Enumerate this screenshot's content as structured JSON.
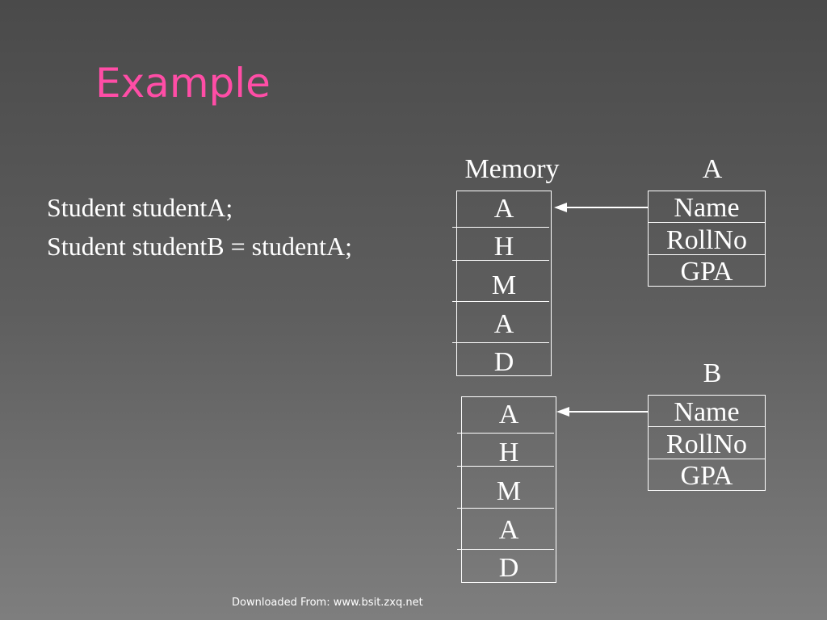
{
  "slide": {
    "title": "Example",
    "title_color": "#ff4da6",
    "background_top": "#4a4a4a",
    "background_bottom": "#7e7e7e"
  },
  "code": {
    "line1": "Student studentA;",
    "line2": "Student studentB = studentA;"
  },
  "memory": {
    "label": "Memory",
    "blockA": [
      "A",
      "H",
      "M",
      "A",
      "D"
    ],
    "blockB": [
      "A",
      "H",
      "M",
      "A",
      "D"
    ]
  },
  "objects": {
    "a": {
      "label": "A",
      "fields": [
        "Name",
        "RollNo",
        "GPA"
      ]
    },
    "b": {
      "label": "B",
      "fields": [
        "Name",
        "RollNo",
        "GPA"
      ]
    }
  },
  "footer": {
    "text": "Downloaded From: www.bsit.zxq.net"
  }
}
